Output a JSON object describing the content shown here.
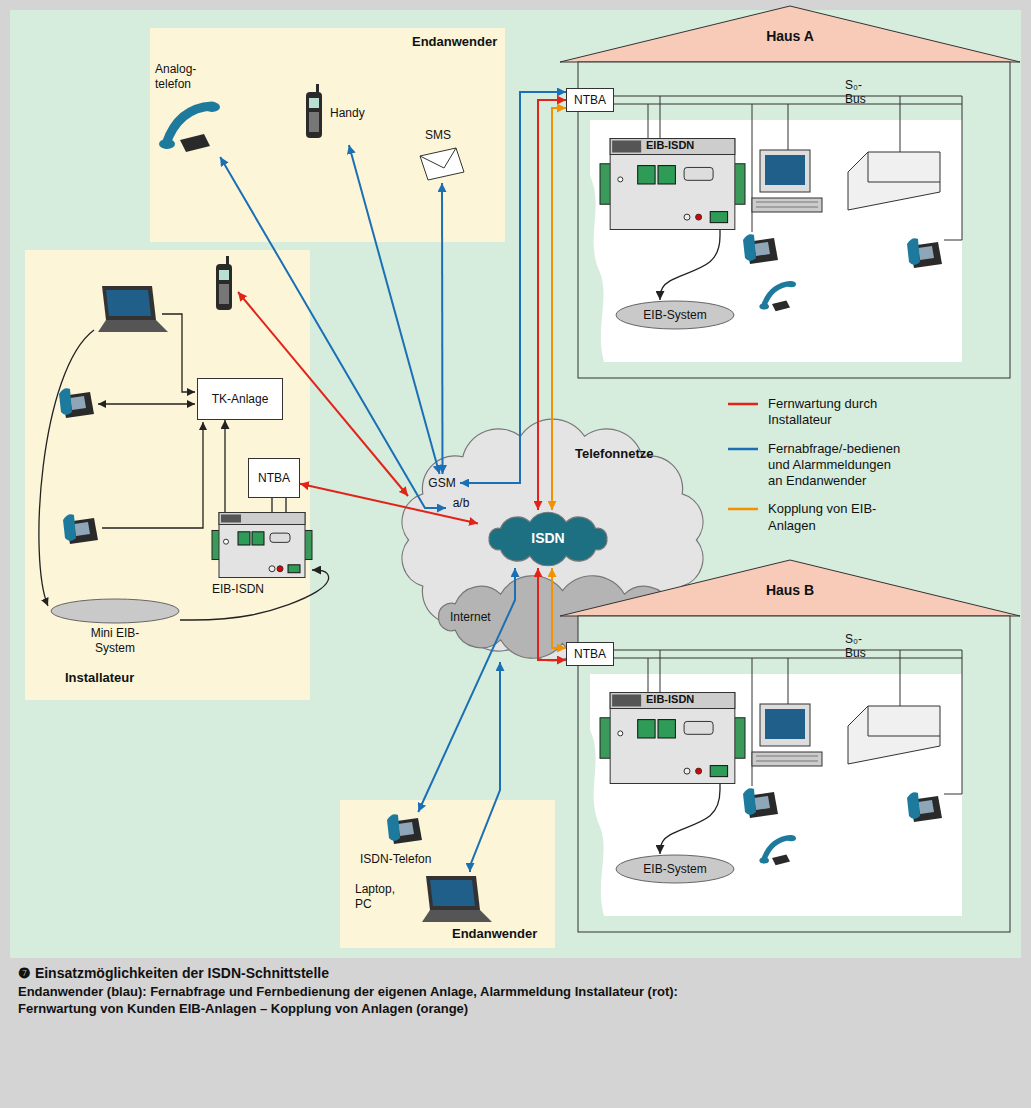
{
  "diagram": {
    "title": "❼ Einsatzmöglichkeiten der ISDN-Schnittstelle",
    "caption": "Endanwender (blau): Fernabfrage und Fernbedienung der eigenen Anlage, Alarmmeldung Installateur (rot): Fernwartung von Kunden EIB-Anlagen – Kopplung von Anlagen (orange)",
    "nodes": [
      {
        "text": [
          "Endanwender"
        ]
      },
      {
        "text": [
          "Analog- telefon"
        ],
        "in": 0
      },
      {
        "text": [
          "Handy"
        ],
        "in": 0
      },
      {
        "text": [
          "SMS"
        ],
        "in": 0
      },
      {
        "text": [
          "Haus A"
        ]
      },
      {
        "text": [
          "NTBA"
        ],
        "in": 4
      },
      {
        "text": [
          "EIB-ISDN"
        ],
        "in": 4
      },
      {
        "text": [
          "EIB-System"
        ],
        "in": 4
      },
      {
        "text": [
          "Installateur"
        ]
      },
      {
        "text": [
          "TK-Anlage"
        ],
        "in": 8
      },
      {
        "text": [
          "NTBA"
        ],
        "in": 8
      },
      {
        "text": [
          "EIB-ISDN"
        ],
        "in": 8
      },
      {
        "text": [
          "Mini EIB- System"
        ],
        "in": 8
      },
      {
        "text": [
          "Telefonnetze"
        ]
      },
      {
        "text": [
          "GSM"
        ],
        "in": 13
      },
      {
        "text": [
          "a/b"
        ],
        "in": 13
      },
      {
        "text": [
          "ISDN"
        ],
        "in": 13
      },
      {
        "text": [
          "Internet"
        ],
        "in": 13
      },
      {
        "text": [
          "Haus B"
        ]
      },
      {
        "text": [
          "NTBA"
        ],
        "in": 18
      },
      {
        "text": [
          "EIB-ISDN"
        ],
        "in": 18
      },
      {
        "text": [
          "EIB-System"
        ],
        "in": 18
      },
      {
        "text": [
          "Endanwender"
        ]
      },
      {
        "text": [
          "ISDN-Telefon"
        ],
        "in": 22
      },
      {
        "text": [
          "Laptop, PC"
        ],
        "in": 22
      }
    ],
    "edges": [
      {
        "from": 1,
        "to": 15,
        "arrow": "both"
      },
      {
        "from": 2,
        "to": 14,
        "arrow": "both"
      },
      {
        "from": 3,
        "to": 14,
        "arrow": "both"
      },
      {
        "from": 14,
        "to": 5,
        "arrow": "both"
      },
      {
        "from": 16,
        "to": 5,
        "arrow": "both"
      },
      {
        "from": 16,
        "to": 5,
        "arrow": "both"
      },
      {
        "from": 16,
        "to": 19,
        "arrow": "both"
      },
      {
        "from": 16,
        "to": 19,
        "arrow": "both"
      },
      {
        "from": 10,
        "to": 16,
        "arrow": "both"
      },
      {
        "from": 16,
        "to": 23,
        "arrow": "both"
      },
      {
        "from": 17,
        "to": 24,
        "arrow": "both"
      },
      {
        "from": 11,
        "to": 9,
        "arrow": "to"
      },
      {
        "from": 10,
        "to": 11,
        "arrow": "none"
      },
      {
        "from": 12,
        "to": 11,
        "arrow": "to"
      },
      {
        "from": 6,
        "to": 7,
        "arrow": "to"
      },
      {
        "from": 20,
        "to": 21,
        "arrow": "to"
      }
    ],
    "labels": [
      "S₀-Bus",
      "S₀-Bus"
    ],
    "legend": [
      {
        "text": "Fernwartung durch Installateur"
      },
      {
        "text": "Fernabfrage/-bedienen und Alarmmeldungen an Endanwender"
      },
      {
        "text": "Kopplung von EIB-Anlagen"
      }
    ]
  }
}
